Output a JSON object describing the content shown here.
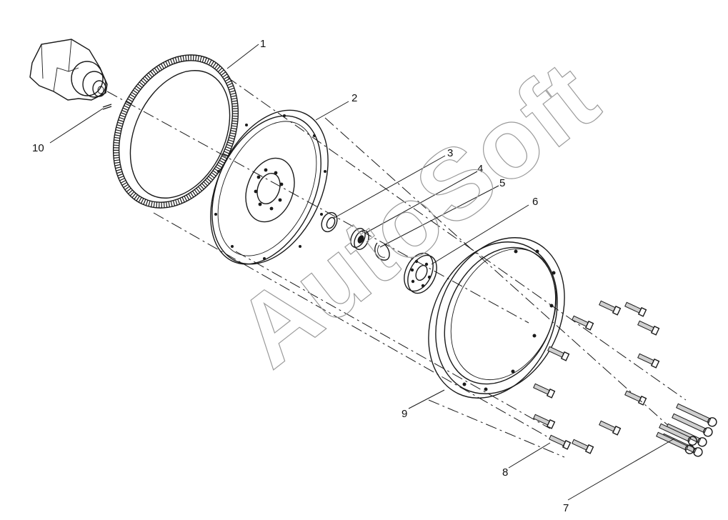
{
  "watermark": "AutoSoft",
  "callouts": {
    "c1": "1",
    "c2": "2",
    "c3": "3",
    "c4": "4",
    "c5": "5",
    "c6": "6",
    "c7": "7",
    "c8": "8",
    "c9": "9",
    "c10": "10"
  },
  "colors": {
    "line": "#1a1a1a",
    "watermark": "#9a9a9a",
    "background": "#ffffff"
  }
}
